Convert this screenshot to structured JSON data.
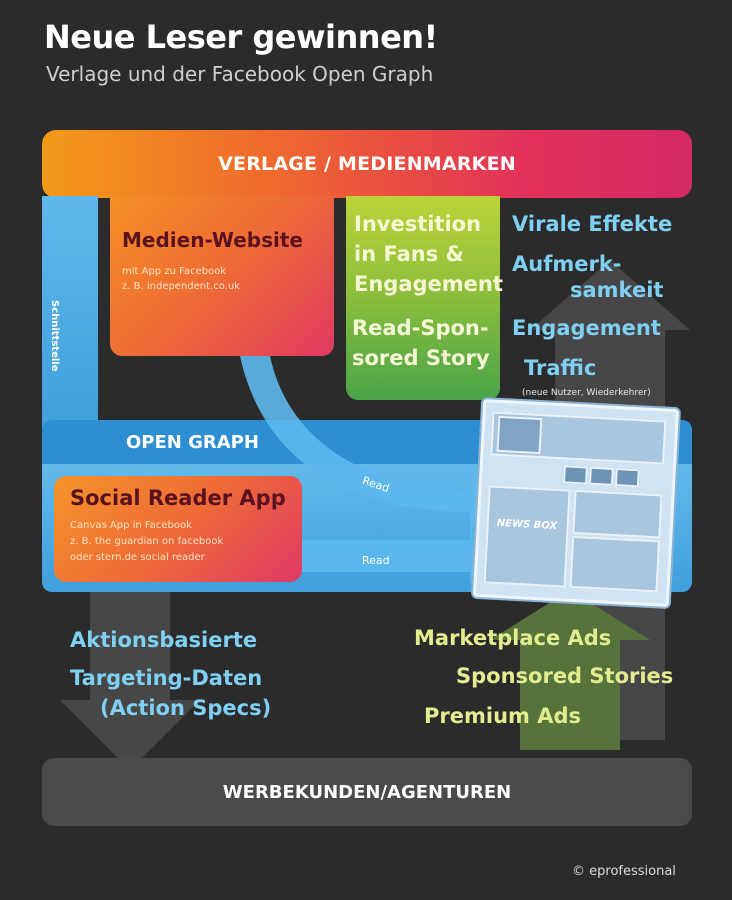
{
  "header": {
    "title": "Neue Leser gewinnen!",
    "subtitle": "Verlage und der Facebook Open Graph"
  },
  "top_bar": {
    "label": "VERLAGE / MEDIENMARKEN"
  },
  "interface": {
    "label": "Schnittstelle"
  },
  "media_website": {
    "title": "Medien-Website",
    "line1": "mit App zu Facebook",
    "line2": "z. B. independent.co.uk"
  },
  "investment": {
    "line1": "Investition",
    "line2": "in Fans  &",
    "line3": "Engagement",
    "line4": "Read-Spon-",
    "line5": "sored Story"
  },
  "effects": {
    "item1": "Virale Effekte",
    "item2a": "Aufmerk-",
    "item2b": "samkeit",
    "item3": "Engagement",
    "item4": "Traffic",
    "note": "(neue Nutzer, Wiederkehrer)"
  },
  "open_graph": {
    "label": "OPEN GRAPH"
  },
  "social_reader": {
    "title": "Social Reader App",
    "line1": "Canvas App in Facebook",
    "line2": "z. B. the guardian on facebook",
    "line3": "oder stern.de social reader"
  },
  "arrows": {
    "read_upper": "Read",
    "read_lower": "Read"
  },
  "newsfeed": {
    "label": "NEWS BOX"
  },
  "targeting": {
    "line1": "Aktionsbasierte",
    "line2": "Targeting-Daten",
    "line3": "(Action Specs)"
  },
  "ads": {
    "item1": "Marketplace Ads",
    "item2": "Sponsored Stories",
    "item3": "Premium Ads"
  },
  "bottom_bar": {
    "label": "WERBEKUNDEN/AGENTUREN"
  },
  "credit": {
    "text": "© eprofessional"
  },
  "colors": {
    "background": "#2b2b2b",
    "cyan_text": "#7fd0f2",
    "green_text": "#e3ec8f",
    "open_graph_blue": "#3f9fdc"
  }
}
